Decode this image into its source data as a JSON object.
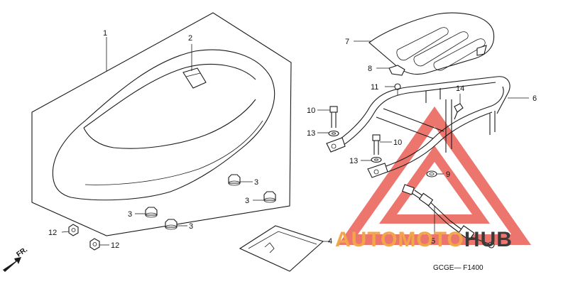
{
  "diagram_code": "GCGE— F1400",
  "front_marker": "FR.",
  "watermark": {
    "part1": "AUTOMOTO",
    "part2": "HUB",
    "color1": "#f2a64a",
    "color2": "#3a3a3a",
    "triangle_color": "#e8544a"
  },
  "callouts": {
    "c1": "1",
    "c2": "2",
    "c3a": "3",
    "c3b": "3",
    "c3c": "3",
    "c3d": "3",
    "c4": "4",
    "c5": "5",
    "c6": "6",
    "c7": "7",
    "c8": "8",
    "c9": "9",
    "c10a": "10",
    "c10b": "10",
    "c11": "11",
    "c12a": "12",
    "c12b": "12",
    "c13a": "13",
    "c13b": "13",
    "c14": "14"
  }
}
